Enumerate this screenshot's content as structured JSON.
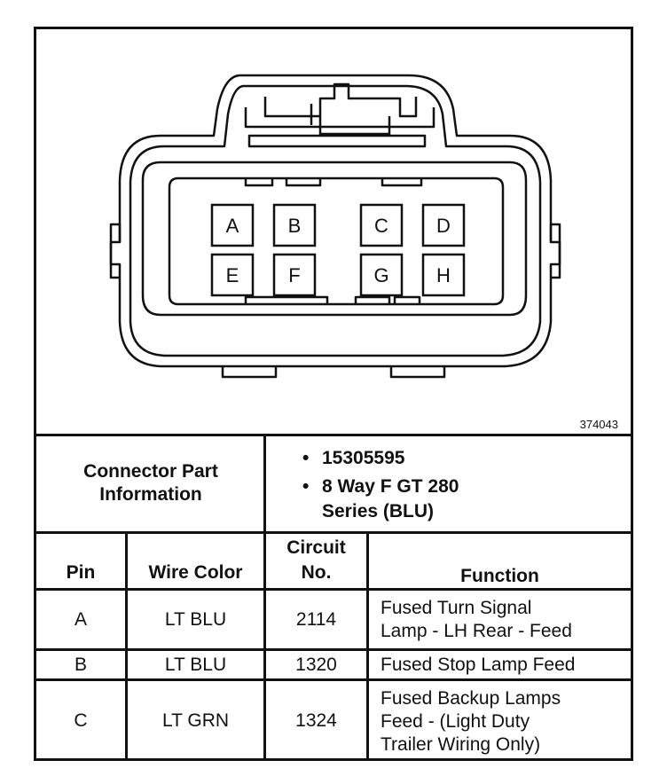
{
  "diagram": {
    "figure_id": "374043",
    "pins_top": [
      "A",
      "B",
      "C",
      "D"
    ],
    "pins_bottom": [
      "E",
      "F",
      "G",
      "H"
    ]
  },
  "connector_info": {
    "title_line1": "Connector Part",
    "title_line2": "Information",
    "bullets": [
      {
        "line1": "15305595",
        "line2": ""
      },
      {
        "line1": "8 Way F GT 280",
        "line2": "Series (BLU)"
      }
    ],
    "bullet_glyph": "•"
  },
  "table": {
    "headers": {
      "pin": "Pin",
      "wire_color": "Wire Color",
      "circuit_line1": "Circuit",
      "circuit_line2": "No.",
      "function": "Function"
    },
    "rows": [
      {
        "pin": "A",
        "wire_color": "LT BLU",
        "circuit": "2114",
        "function_lines": [
          "Fused Turn Signal",
          "Lamp - LH Rear - Feed"
        ]
      },
      {
        "pin": "B",
        "wire_color": "LT BLU",
        "circuit": "1320",
        "function_lines": [
          "Fused Stop Lamp Feed"
        ]
      },
      {
        "pin": "C",
        "wire_color": "LT GRN",
        "circuit": "1324",
        "function_lines": [
          "Fused Backup Lamps",
          "Feed - (Light Duty",
          "Trailer Wiring Only)"
        ]
      }
    ]
  }
}
